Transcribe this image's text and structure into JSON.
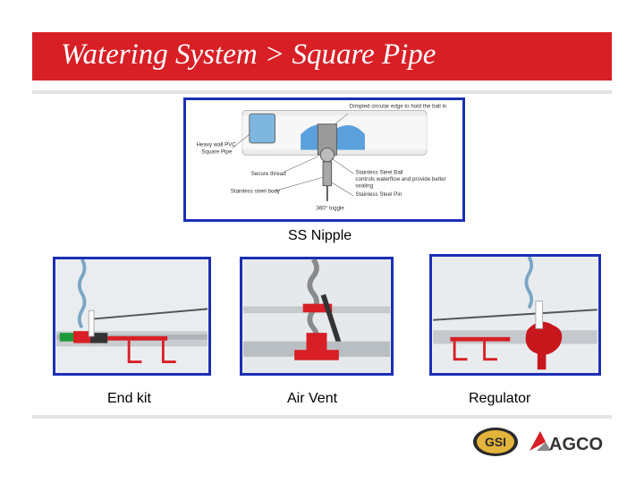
{
  "slide": {
    "title": "Watering System  >  Square Pipe"
  },
  "diagram": {
    "callouts": {
      "top": "Dimpled circular edge to hold the ball in",
      "pvc_line1": "Heavy wall PVC",
      "pvc_line2": "Square Pipe",
      "thread": "Secure thread",
      "body": "Stainless steel body",
      "ball_line1": "Stainless Steel Ball",
      "ball_line2": "controls waterflow and provide better",
      "ball_line3": "sealing",
      "pin": "Stainless Steel Pin",
      "toggle": "360° toggle"
    }
  },
  "captions": {
    "ss_nipple": "SS Nipple",
    "end_kit": "End kit",
    "air_vent": "Air Vent",
    "regulator": "Regulator"
  },
  "logos": {
    "gsi": "GSI",
    "agco": "AGCO"
  },
  "colors": {
    "brand_red": "#d81f26",
    "frame_blue": "#1c2fb5"
  }
}
